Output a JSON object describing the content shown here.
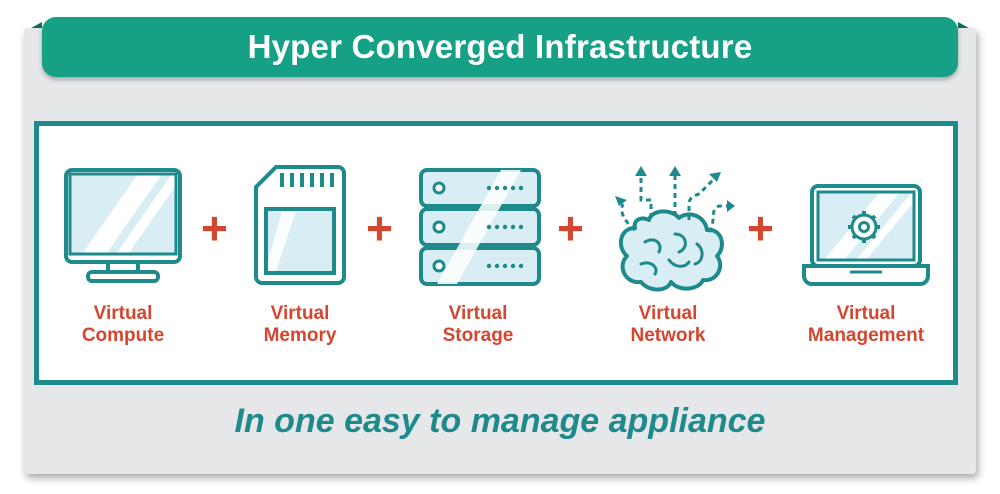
{
  "header": {
    "title": "Hyper Converged Infrastructure"
  },
  "components": [
    {
      "icon": "monitor-icon",
      "line1": "Virtual",
      "line2": "Compute"
    },
    {
      "icon": "memory-card-icon",
      "line1": "Virtual",
      "line2": "Memory"
    },
    {
      "icon": "server-stack-icon",
      "line1": "Virtual",
      "line2": "Storage"
    },
    {
      "icon": "brain-network-icon",
      "line1": "Virtual",
      "line2": "Network"
    },
    {
      "icon": "laptop-gear-icon",
      "line1": "Virtual",
      "line2": "Management"
    }
  ],
  "connector": "+",
  "footer": {
    "tagline": "In one easy to manage appliance"
  },
  "colors": {
    "banner": "#16a085",
    "outline": "#1f8a8b",
    "accent_red": "#d4462f",
    "card_bg": "#e6e7e8",
    "glass": "#d8eef4"
  }
}
